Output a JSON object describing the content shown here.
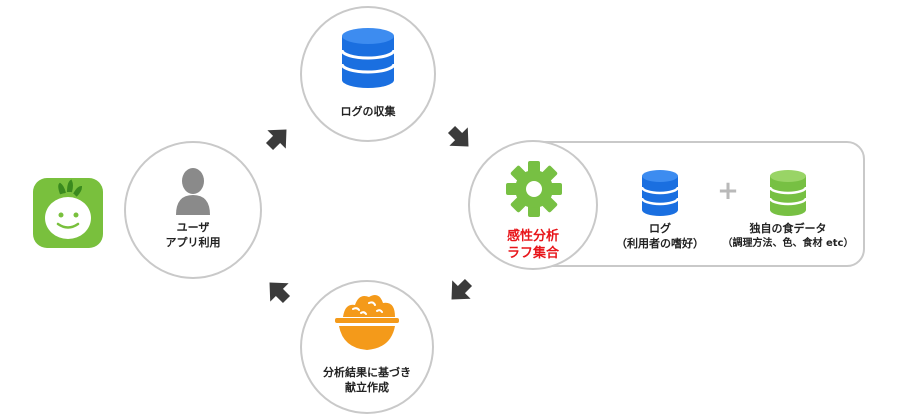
{
  "colors": {
    "accent_blue": "#1a6fe0",
    "accent_green": "#77c043",
    "accent_orange": "#f49a1a",
    "highlight_red": "#e8161b",
    "arrow_gray": "#3b3b3b",
    "border_gray": "#c9c9c9"
  },
  "nodes": {
    "collect_logs": {
      "label": "ログの収集",
      "icon": "database-icon"
    },
    "analysis": {
      "line1": "感性分析",
      "line2": "ラフ集合",
      "icon": "gear-icon"
    },
    "recipe": {
      "line1": "分析結果に基づき",
      "line2": "献立作成",
      "icon": "rice-bowl-icon"
    },
    "user": {
      "line1": "ユーザ",
      "line2": "アプリ利用",
      "icon": "person-icon"
    }
  },
  "panel": {
    "log": {
      "line1": "ログ",
      "line2": "（利用者の嗜好）",
      "icon": "database-icon"
    },
    "plus": "+",
    "own_data": {
      "line1": "独自の食データ",
      "line2": "（調理方法、色、食材 etc）",
      "icon": "database-icon"
    }
  },
  "app_icon": {
    "name": "turnip-app-icon"
  }
}
